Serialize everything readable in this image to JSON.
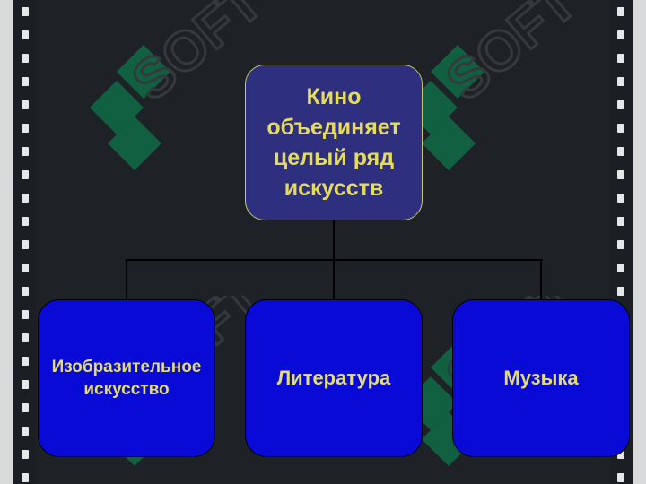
{
  "diagram": {
    "root": {
      "label": "Кино объединяет целый ряд искусств"
    },
    "children": [
      {
        "label": "Изобразительное искусство"
      },
      {
        "label": "Литература"
      },
      {
        "label": "Музыка"
      }
    ]
  },
  "watermark": {
    "text": "SOFT"
  },
  "colors": {
    "background": "#1e2126",
    "root_fill": "#2e2f7e",
    "child_fill": "#0a0ad6",
    "text": "#e5dc5c",
    "watermark": "#0e6b46"
  }
}
